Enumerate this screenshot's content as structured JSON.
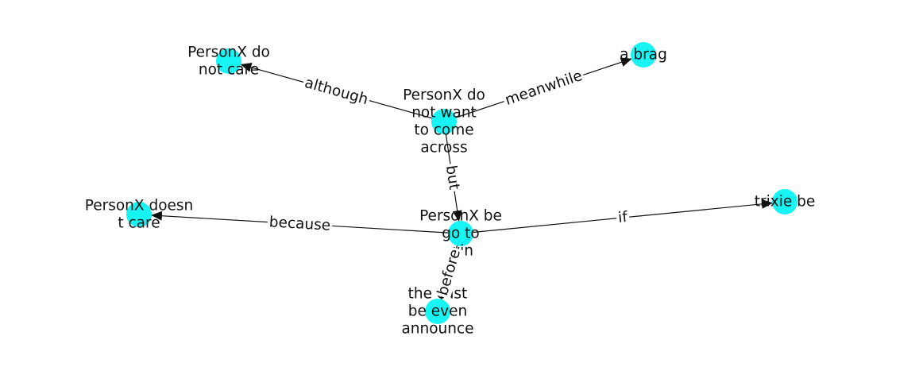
{
  "nodes": [
    {
      "id": "n_center",
      "lines": [
        "PersonX do",
        "not want",
        "to come",
        "across"
      ]
    },
    {
      "id": "n_care",
      "lines": [
        "PersonX do",
        "not care"
      ]
    },
    {
      "id": "n_brag",
      "lines": [
        "a brag"
      ]
    },
    {
      "id": "n_win",
      "lines": [
        "PersonX be",
        "go to",
        "win"
      ]
    },
    {
      "id": "n_doesnt",
      "lines": [
        "PersonX doesn",
        "t care"
      ]
    },
    {
      "id": "n_trixie",
      "lines": [
        "trixie be"
      ]
    },
    {
      "id": "n_cast",
      "lines": [
        "the cast",
        "be even",
        "announce"
      ]
    }
  ],
  "edges": [
    {
      "from": "n_center",
      "to": "n_care",
      "label": "although"
    },
    {
      "from": "n_center",
      "to": "n_brag",
      "label": "meanwhile"
    },
    {
      "from": "n_center",
      "to": "n_win",
      "label": "but"
    },
    {
      "from": "n_win",
      "to": "n_doesnt",
      "label": "because"
    },
    {
      "from": "n_win",
      "to": "n_trixie",
      "label": "if"
    },
    {
      "from": "n_win",
      "to": "n_cast",
      "label": "before"
    }
  ],
  "colors": {
    "node": "#18f3f3",
    "edge": "#111111"
  }
}
